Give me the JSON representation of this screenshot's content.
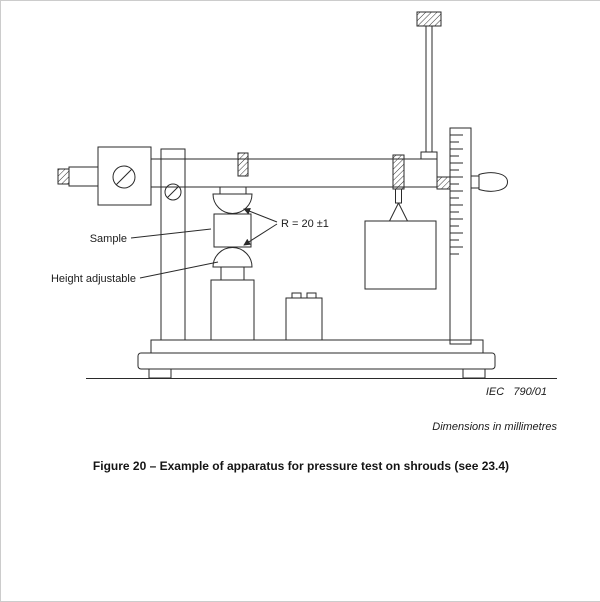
{
  "figure": {
    "labels": {
      "sample": "Sample",
      "height_adjustable": "Height adjustable",
      "radius": "R = 20 ±1",
      "iec_ref": "IEC   790/01"
    },
    "dimensions_note": "Dimensions in millimetres",
    "caption": "Figure 20 – Example of apparatus for pressure test on shrouds (see 23.4)"
  }
}
